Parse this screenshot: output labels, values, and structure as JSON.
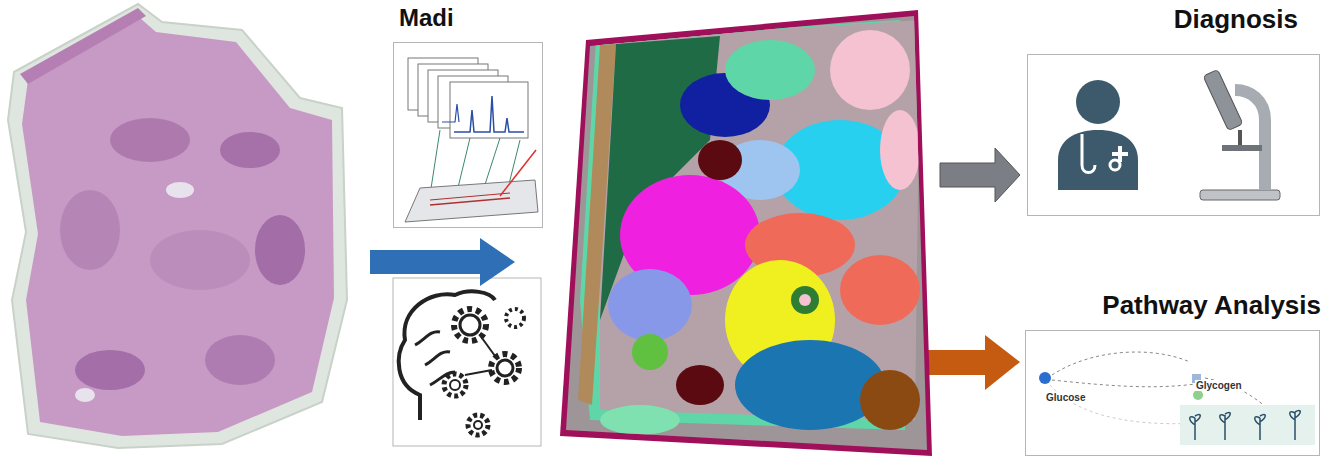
{
  "diagram": {
    "nodes": [
      {
        "text": [
          "Madi"
        ]
      },
      {
        "text": [
          "Diagnosis"
        ]
      },
      {
        "text": [
          "Pathway Analysis",
          "Glucose",
          "Glycogen"
        ]
      }
    ]
  }
}
